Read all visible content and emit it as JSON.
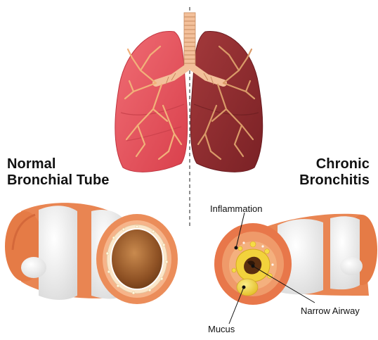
{
  "normal": {
    "line1": "Normal",
    "line2": "Bronchial Tube"
  },
  "chronic": {
    "line1": "Chronic",
    "line2": "Bronchitis"
  },
  "labels": {
    "inflammation": "Inflammation",
    "narrow_airway": "Narrow Airway",
    "mucus": "Mucus"
  },
  "colors": {
    "healthy_lung": "#e85a63",
    "diseased_lung": "#8f2c2f",
    "airway_branches": "#f1b17a",
    "tube_orange": "#e98552",
    "mucus_yellow": "#f0d33a"
  }
}
